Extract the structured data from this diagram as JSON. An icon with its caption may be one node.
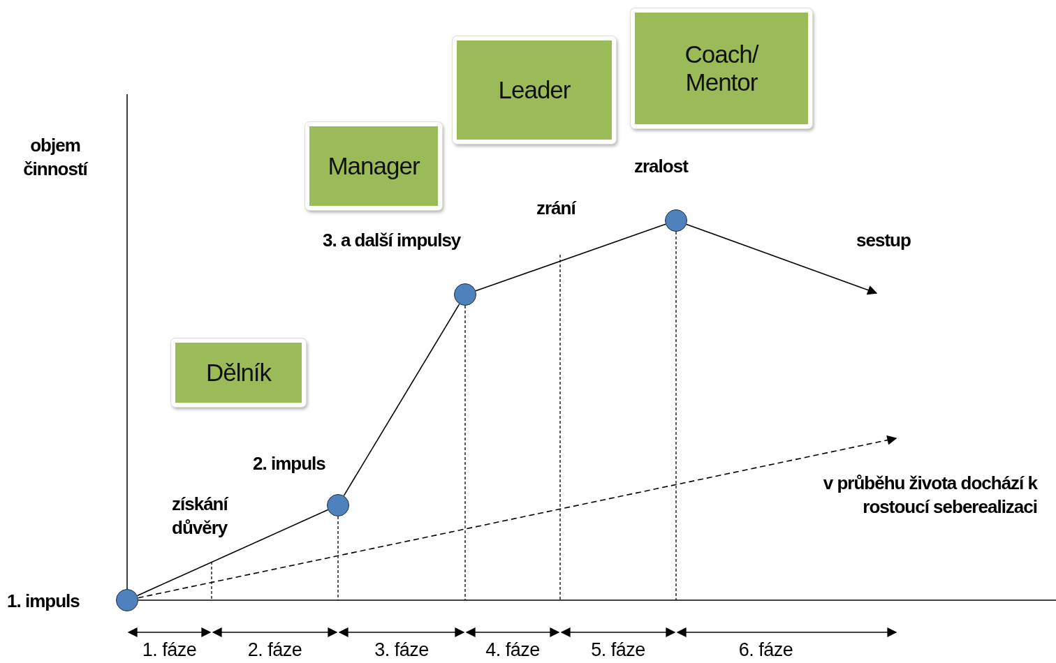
{
  "diagram": {
    "nodes": [
      {
        "text": [
          "Dělník"
        ]
      },
      {
        "text": [
          "Manager"
        ]
      },
      {
        "text": [
          "Leader"
        ]
      },
      {
        "text": [
          "Coach/ Mentor"
        ]
      },
      {
        "text": [],
        "shape": "circle",
        "beside": [
          "1. impuls"
        ]
      },
      {
        "text": [],
        "shape": "circle",
        "beside": [
          "2. impuls"
        ]
      },
      {
        "text": [],
        "shape": "circle",
        "beside": [
          "3. a další impulsy"
        ]
      },
      {
        "text": [],
        "shape": "circle",
        "beside": [
          "zralost"
        ]
      }
    ],
    "edges": [
      {
        "from": 4,
        "to": 5,
        "arrow": "none"
      },
      {
        "from": 5,
        "to": 6,
        "arrow": "none"
      },
      {
        "from": 6,
        "to": 7,
        "arrow": "none"
      },
      {
        "from": 7,
        "to": null,
        "arrow": "to"
      },
      {
        "from": 4,
        "to": null,
        "arrow": "to",
        "style": "dashed"
      }
    ],
    "labels": [
      "objem činností",
      "získání důvěry",
      "zrání",
      "sestup",
      "v průběhu života dochází k rostoucí seberealizaci",
      "1. fáze",
      "2. fáze",
      "3. fáze",
      "4. fáze",
      "5. fáze",
      "6. fáze"
    ]
  }
}
